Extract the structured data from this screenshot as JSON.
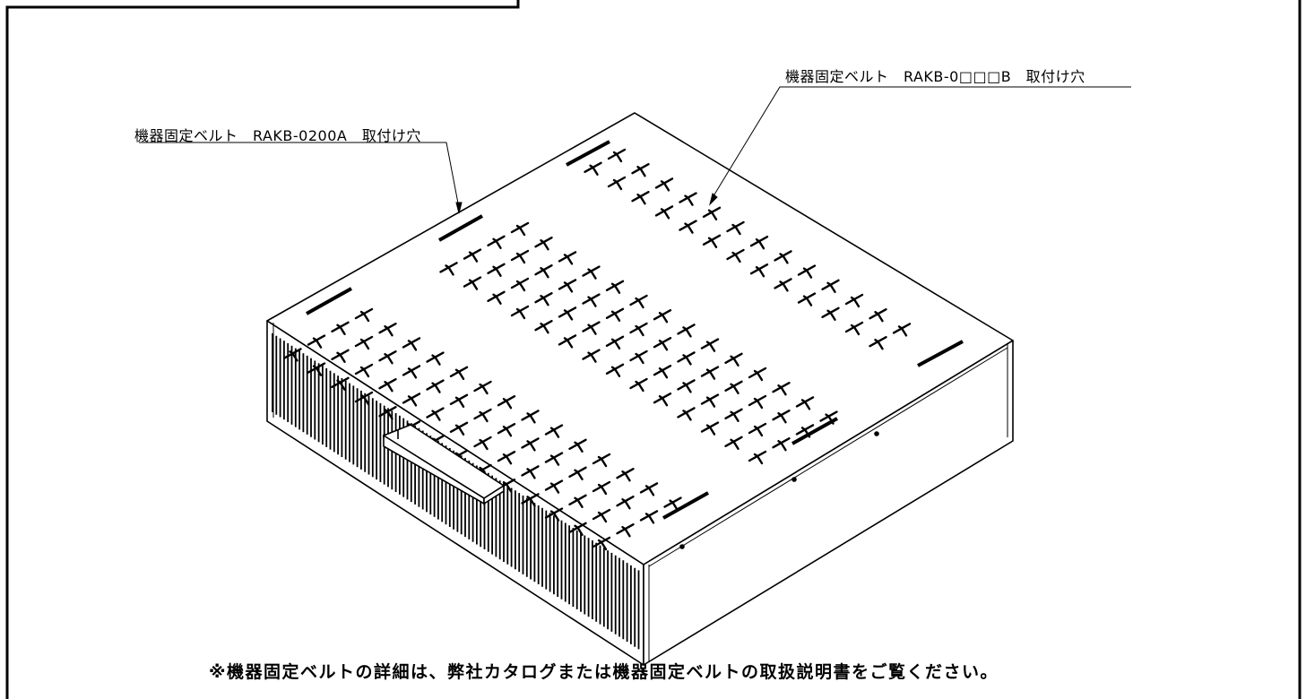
{
  "callouts": {
    "belt_a": "機器固定ベルト　RAKB-0200A　取付け穴",
    "belt_b": "機器固定ベルト　RAKB-0□□□B　取付け穴"
  },
  "footnote": "※機器固定ベルトの詳細は、弊社カタログまたは機器固定ベルトの取扱説明書をご覧ください。",
  "colors": {
    "line": "#000000",
    "paper": "#ffffff"
  },
  "icons": [
    "t-slot-hole-icon",
    "slot-hole-icon",
    "vent-grille-icon",
    "handle-icon"
  ]
}
